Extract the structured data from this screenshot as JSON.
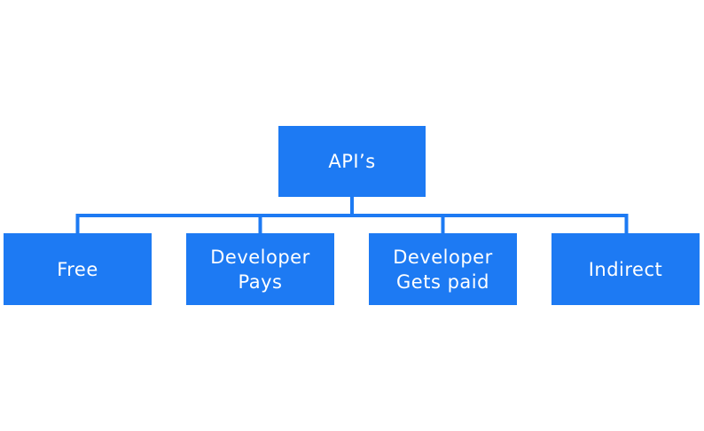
{
  "colors": {
    "node_fill": "#1d7af3",
    "connector": "#1d7af3",
    "text": "#ffffff",
    "background": "#ffffff"
  },
  "root": {
    "label": "API’s"
  },
  "children": [
    {
      "label": "Free"
    },
    {
      "label": "Developer\nPays"
    },
    {
      "label": "Developer\nGets paid"
    },
    {
      "label": "Indirect"
    }
  ]
}
